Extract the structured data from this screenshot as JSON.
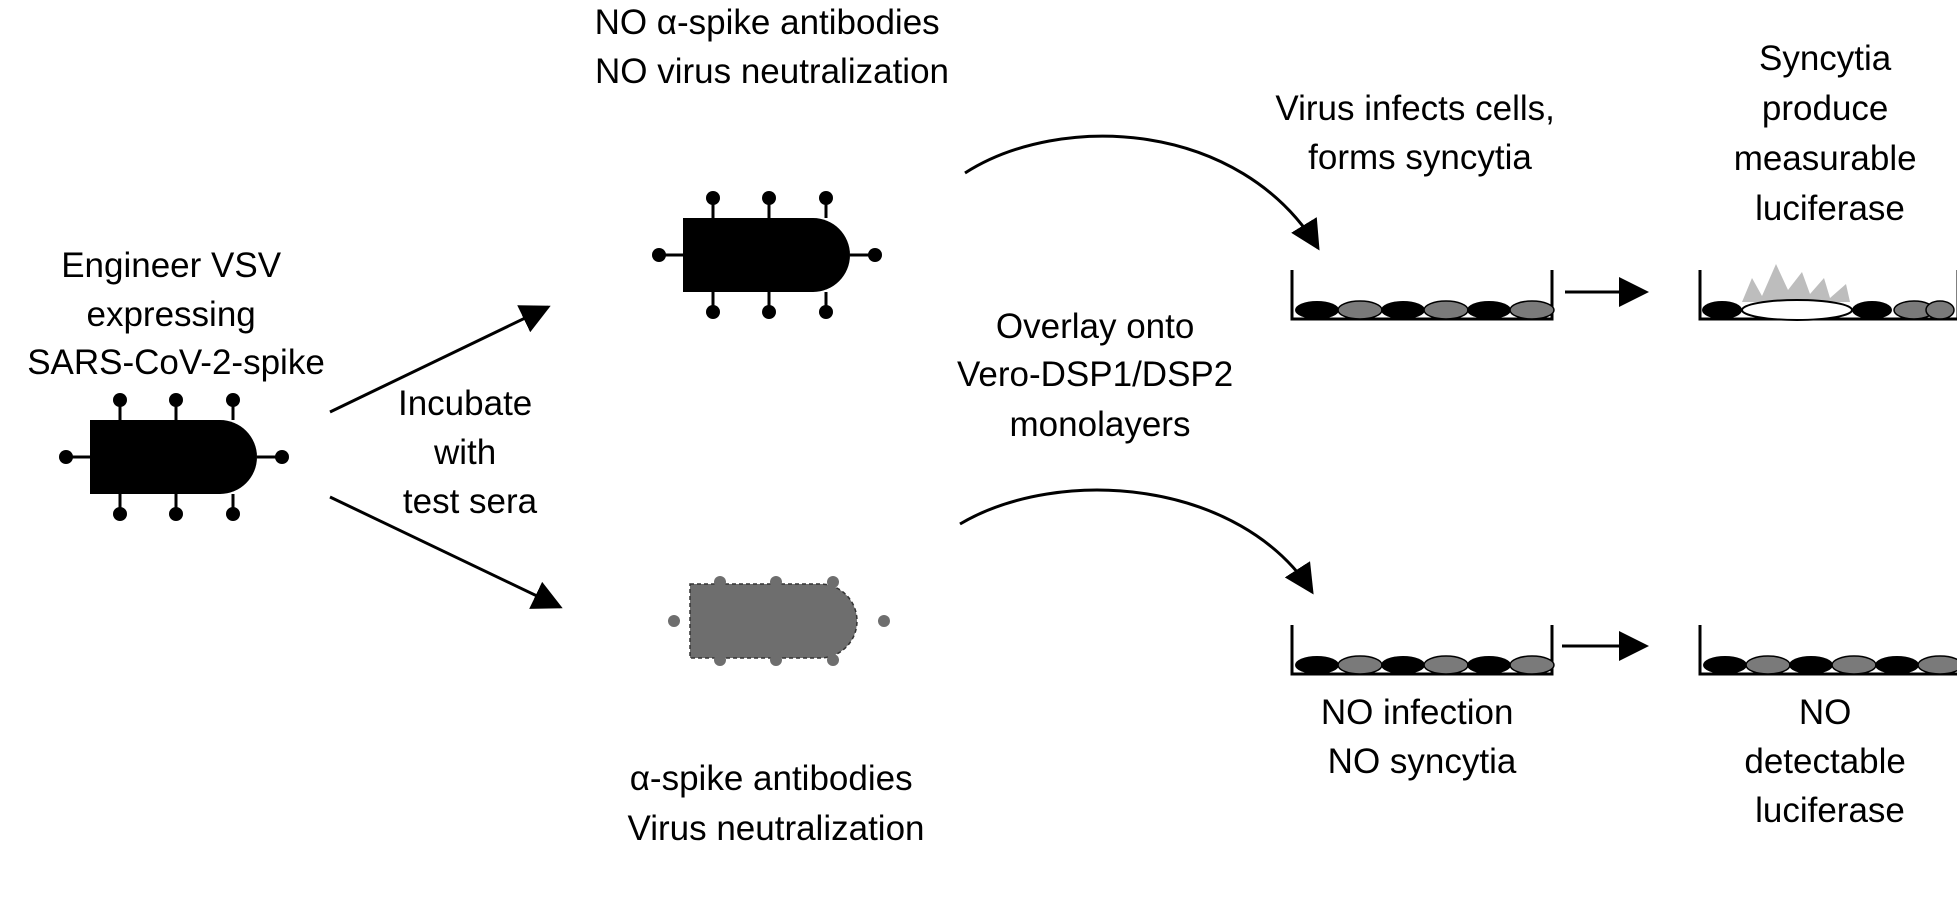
{
  "labels": {
    "engineer": [
      "Engineer VSV",
      "expressing",
      "SARS-CoV-2-spike"
    ],
    "incubate": [
      "Incubate",
      "with",
      "test sera"
    ],
    "no_antibodies": [
      "NO α-spike antibodies",
      "NO virus neutralization"
    ],
    "antibodies": [
      "α-spike antibodies",
      "Virus neutralization"
    ],
    "overlay": [
      "Overlay onto",
      "Vero-DSP1/DSP2",
      "monolayers"
    ],
    "infects": [
      "Virus infects cells,",
      "forms syncytia"
    ],
    "syncytia_produce": [
      "Syncytia",
      "produce",
      "measurable",
      "luciferase"
    ],
    "no_infection": [
      "NO infection",
      "NO syncytia"
    ],
    "no_luciferase": [
      "NO",
      "detectable",
      "luciferase"
    ]
  },
  "colors": {
    "virus_black": "#000000",
    "virus_neutralized": "#6e6e6e",
    "antibody_free": "#a0a0a0",
    "cell_dark": "#000000",
    "cell_light": "#7a7a7a",
    "luciferase_glow": "#bdbdbd"
  },
  "icons": [
    "virus-icon",
    "antibody-icon",
    "cell-well-icon",
    "luciferase-burst-icon",
    "arrow-icon"
  ]
}
